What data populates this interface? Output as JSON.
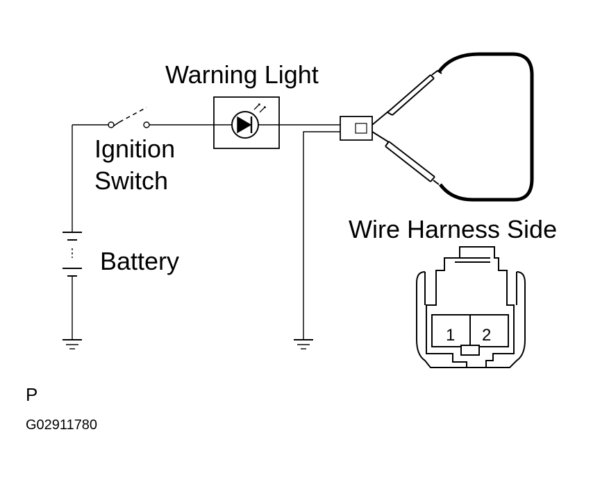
{
  "labels": {
    "warning_light": "Warning Light",
    "ignition_switch_line1": "Ignition",
    "ignition_switch_line2": "Switch",
    "battery": "Battery",
    "wire_harness_side": "Wire Harness Side",
    "page_code": "P",
    "figure_id": "G02911780"
  },
  "connector_pins": [
    "1",
    "2"
  ]
}
